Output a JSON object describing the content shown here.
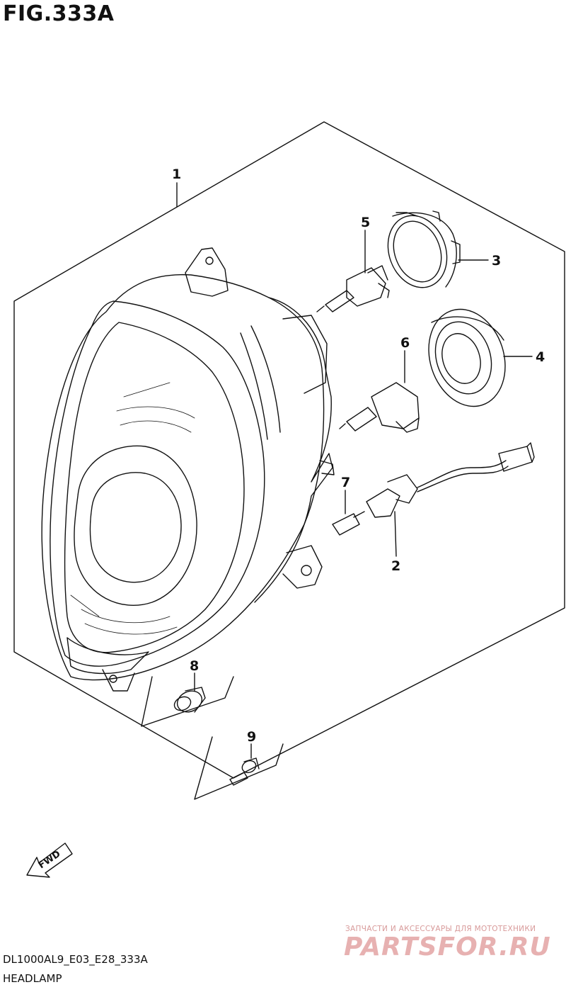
{
  "figure": {
    "title": "FIG.333A",
    "code": "DL1000AL9_E03_E28_333A",
    "name": "HEADLAMP"
  },
  "callouts": [
    {
      "id": "1",
      "label": "1"
    },
    {
      "id": "2",
      "label": "2"
    },
    {
      "id": "3",
      "label": "3"
    },
    {
      "id": "4",
      "label": "4"
    },
    {
      "id": "5",
      "label": "5"
    },
    {
      "id": "6",
      "label": "6"
    },
    {
      "id": "7",
      "label": "7"
    },
    {
      "id": "8",
      "label": "8"
    },
    {
      "id": "9",
      "label": "9"
    }
  ],
  "fwd_label": "FWD",
  "watermark": {
    "tagline": "ЗАПЧАСТИ И АКСЕССУАРЫ ДЛЯ МОТОТЕХНИКИ",
    "brand": "PARTSFOR.RU"
  }
}
